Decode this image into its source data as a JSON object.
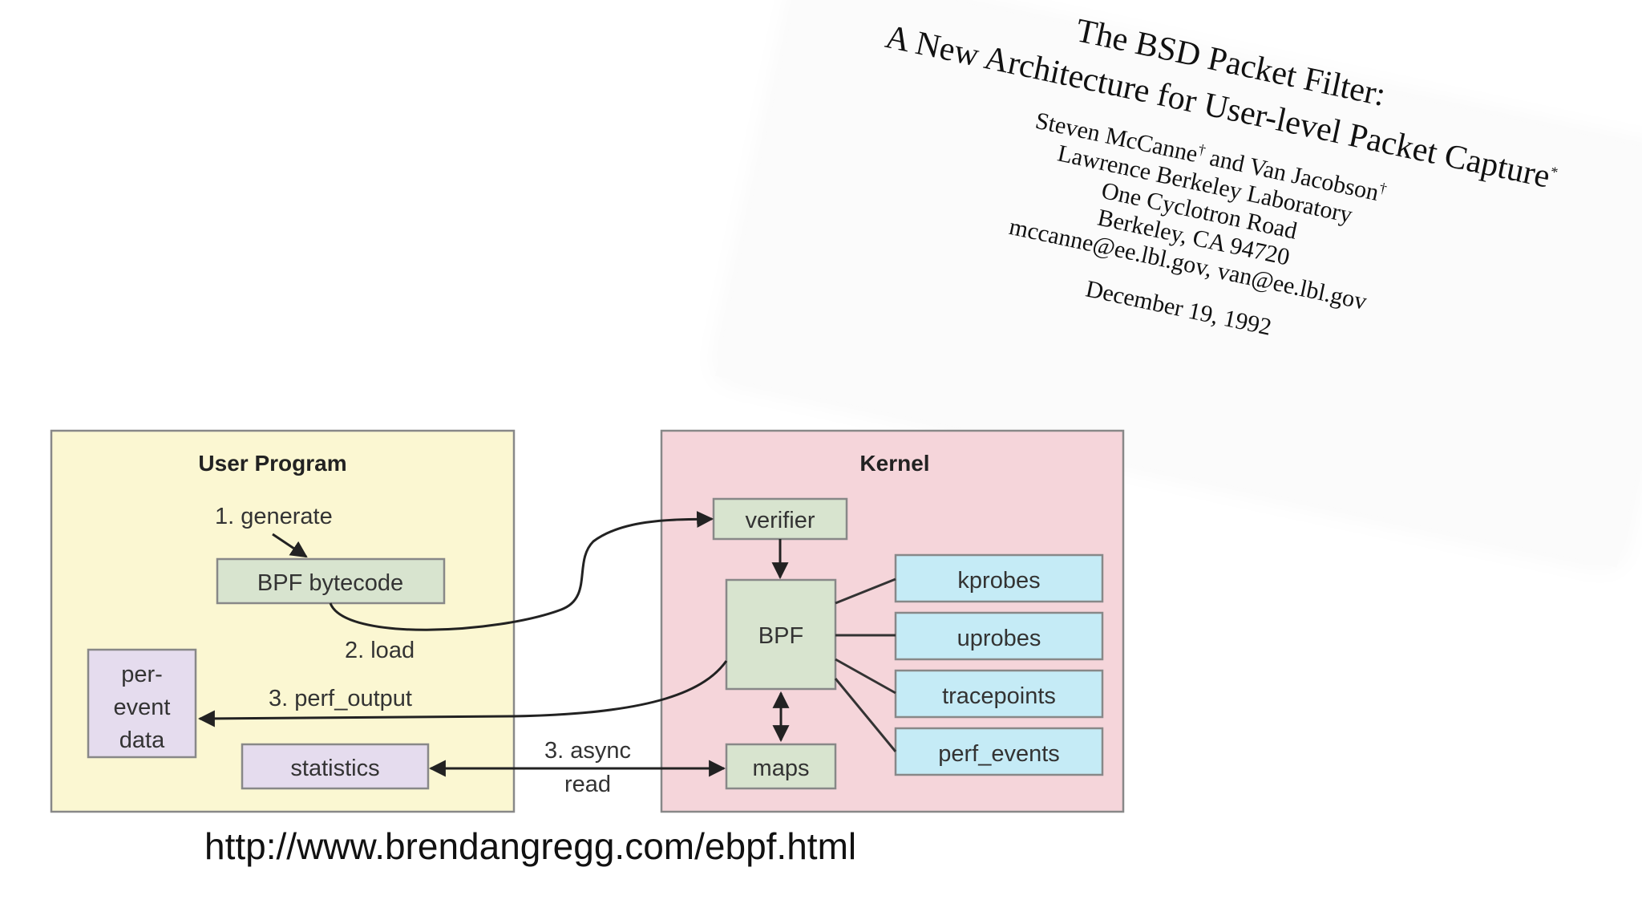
{
  "paper": {
    "title_line1": "The BSD Packet Filter:",
    "title_line2": "A New Architecture for User-level Packet Capture",
    "title_mark": "*",
    "authors": "Steven McCanne",
    "author_mark1": "†",
    "authors_join": " and Van Jacobson",
    "author_mark2": "†",
    "affiliation": "Lawrence Berkeley Laboratory",
    "address1": "One Cyclotron Road",
    "address2": "Berkeley, CA 94720",
    "emails": "mccanne@ee.lbl.gov, van@ee.lbl.gov",
    "date": "December 19, 1992"
  },
  "diagram": {
    "user_program": {
      "title": "User Program",
      "step_generate": "1. generate",
      "bpf_bytecode": "BPF bytecode",
      "step_load": "2. load",
      "step_perf_output": "3. perf_output",
      "per_event_data": [
        "per-",
        "event",
        "data"
      ],
      "statistics": "statistics"
    },
    "async_read": [
      "3. async",
      "read"
    ],
    "kernel": {
      "title": "Kernel",
      "verifier": "verifier",
      "bpf": "BPF",
      "maps": "maps",
      "sources": [
        "kprobes",
        "uprobes",
        "tracepoints",
        "perf_events"
      ]
    },
    "colors": {
      "user_program_bg": "#fbf7d2",
      "kernel_bg": "#f5d5da",
      "green_box": "#d8e4cf",
      "blue_box": "#c5ebf6",
      "purple_box": "#e5dcee"
    }
  },
  "url": "http://www.brendangregg.com/ebpf.html"
}
